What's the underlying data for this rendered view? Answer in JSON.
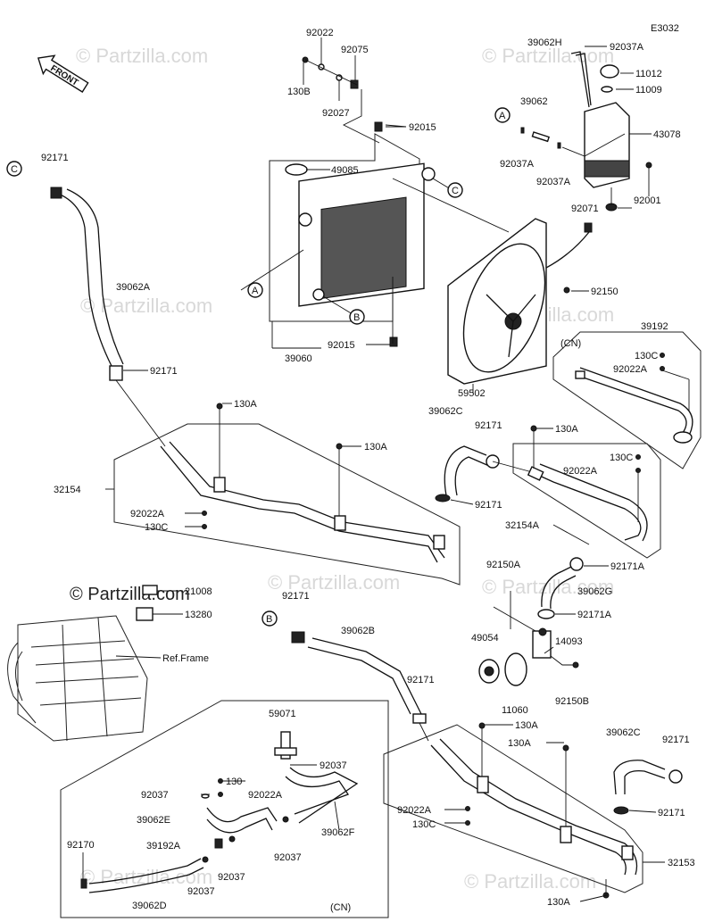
{
  "diagram_code": "E3032",
  "front_label": "FRONT",
  "watermark": "© Partzilla.com",
  "ref_frame_label": "Ref.Frame",
  "cn_label": "(CN)",
  "callouts": {
    "A": "A",
    "B": "B",
    "C": "C"
  },
  "parts": {
    "p92022_top": "92022",
    "p92075": "92075",
    "p130B": "130B",
    "p92027": "92027",
    "p92015_top": "92015",
    "p49085": "49085",
    "p39060": "39060",
    "p92015_bot": "92015",
    "p59502": "59502",
    "p92150": "92150",
    "p39062H": "39062H",
    "p92037A_top": "92037A",
    "p11012": "11012",
    "p11009": "11009",
    "p39062_res": "39062",
    "p43078": "43078",
    "p92037A_l": "92037A",
    "p92037A_m": "92037A",
    "p92071": "92071",
    "p92001": "92001",
    "p92171_l1": "92171",
    "p39062A": "39062A",
    "p92171_l2": "92171",
    "p39192": "39192",
    "p130C_cn": "130C",
    "p92022A_cn": "92022A",
    "p130A_1": "130A",
    "p130A_2": "130A",
    "p39062C_top": "39062C",
    "p92171_m1": "92171",
    "p130A_3": "130A",
    "p130C_r": "130C",
    "p92022A_r": "92022A",
    "p32154": "32154",
    "p92022A_l": "92022A",
    "p130C_l": "130C",
    "p92171_m2": "92171",
    "p32154A": "32154A",
    "p92171A_1": "92171A",
    "p92150A": "92150A",
    "p39062G": "39062G",
    "p92171A_2": "92171A",
    "p21008": "21008",
    "p13280": "13280",
    "p92171_b": "92171",
    "p39062B": "39062B",
    "p49054": "49054",
    "p14093": "14093",
    "p11060": "11060",
    "p92150B": "92150B",
    "p92171_c": "92171",
    "p130A_4": "130A",
    "p130A_5": "130A",
    "p39062C_bot": "39062C",
    "p92171_r": "92171",
    "p92022A_b": "92022A",
    "p130C_b": "130C",
    "p92171_r2": "92171",
    "p32153": "32153",
    "p130A_6": "130A",
    "p59071": "59071",
    "p92037_1": "92037",
    "p130": "130",
    "p92037_2": "92037",
    "p92022A_cn2": "92022A",
    "p39062E": "39062E",
    "p39062F": "39062F",
    "p92170": "92170",
    "p39192A": "39192A",
    "p92037_3": "92037",
    "p92037_4": "92037",
    "p39062D": "39062D",
    "p92037_5": "92037"
  }
}
